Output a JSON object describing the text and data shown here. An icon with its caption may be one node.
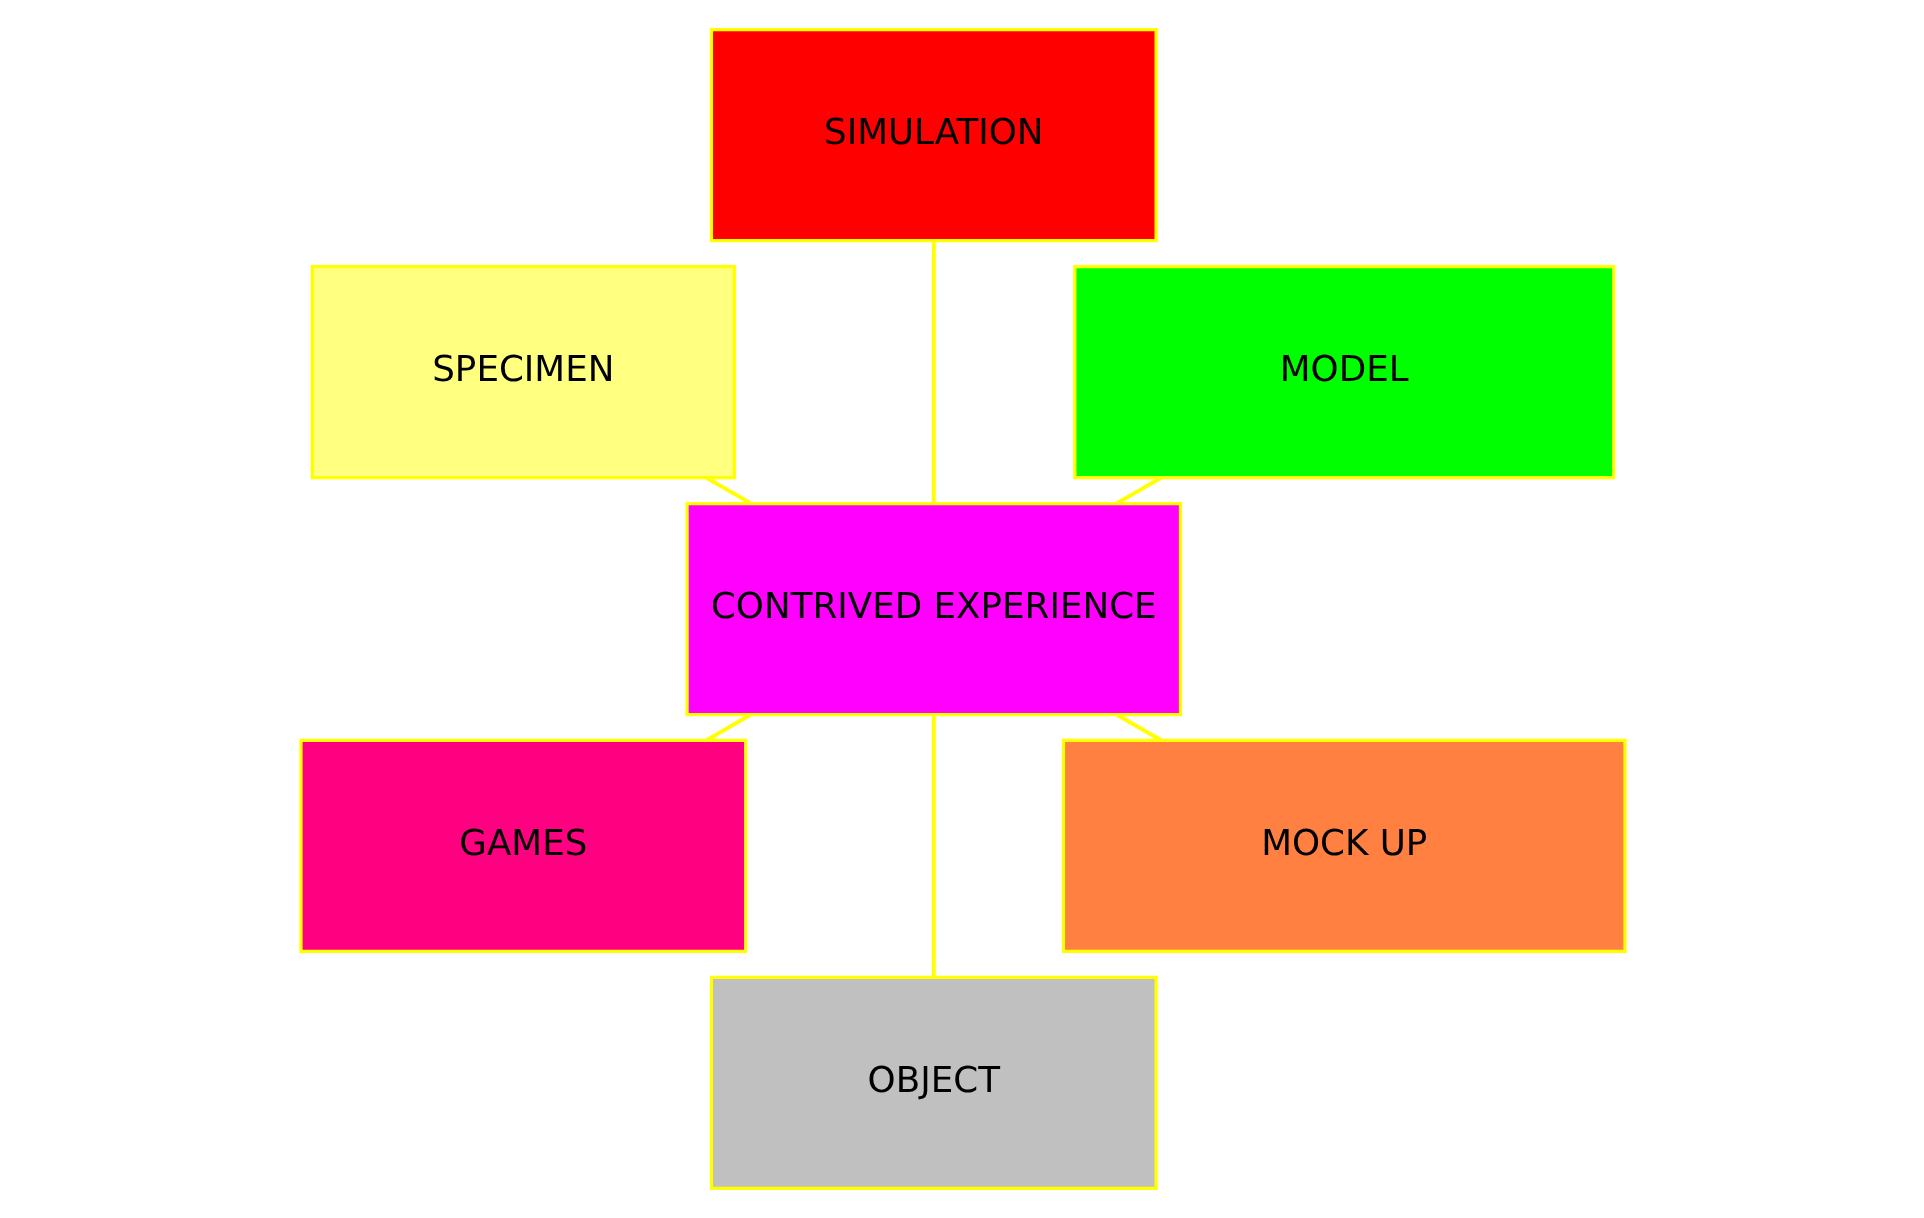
{
  "diagram": {
    "nodes": [
      {
        "text": [
          "MODEL"
        ]
      },
      {
        "text": [
          "SIMULATION"
        ]
      },
      {
        "text": [
          "SPECIMEN"
        ]
      },
      {
        "text": [
          "CONTRIVED EXPERIENCE"
        ]
      },
      {
        "text": [
          "GAMES"
        ]
      },
      {
        "text": [
          "OBJECT"
        ]
      },
      {
        "text": [
          "MOCK UP"
        ]
      }
    ],
    "edges": [
      {
        "from": 3,
        "to": 0,
        "arrow": "none"
      },
      {
        "from": 3,
        "to": 1,
        "arrow": "none"
      },
      {
        "from": 3,
        "to": 2,
        "arrow": "none"
      },
      {
        "from": 3,
        "to": 4,
        "arrow": "none"
      },
      {
        "from": 3,
        "to": 5,
        "arrow": "none"
      },
      {
        "from": 3,
        "to": 6,
        "arrow": "none"
      }
    ]
  }
}
